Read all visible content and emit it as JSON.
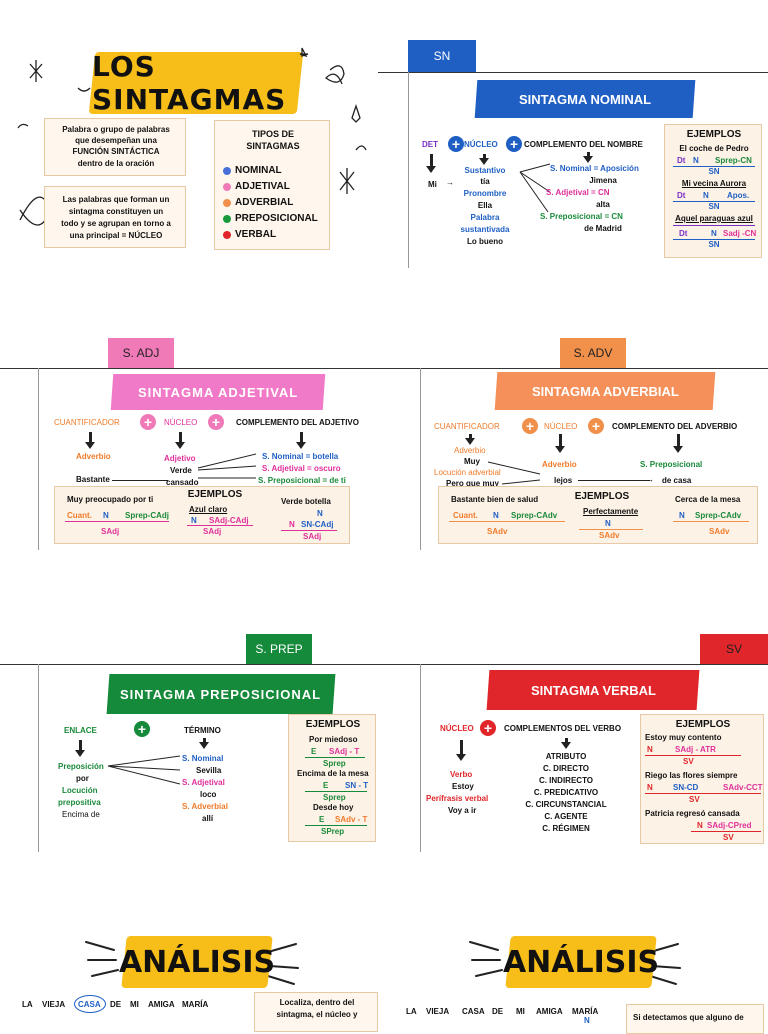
{
  "title": "LOS SINTAGMAS",
  "definition": "Palabra o grupo de palabras que desempeñan una FUNCIÓN SINTÁCTICA dentro de la oración",
  "definition_lines": [
    "Palabra o grupo de palabras",
    "que desempeñan una",
    "FUNCIÓN SINTÁCTICA",
    "dentro de la oración"
  ],
  "nucleus_lines": [
    "Las palabras que forman un",
    "sintagma constituyen un",
    "todo y se agrupan en torno a",
    "una principal = NÚCLEO"
  ],
  "types": {
    "title_lines": [
      "TIPOS DE",
      "SINTAGMAS"
    ],
    "items": [
      {
        "label": "NOMINAL",
        "color": "#4a6fd8"
      },
      {
        "label": "ADJETIVAL",
        "color": "#f07ab8"
      },
      {
        "label": "ADVERBIAL",
        "color": "#f0904a"
      },
      {
        "label": "PREPOSICIONAL",
        "color": "#1a9a3a"
      },
      {
        "label": "VERBAL",
        "color": "#e0262a"
      }
    ]
  },
  "sn": {
    "tab": "SN",
    "banner": "SINTAGMA NOMINAL",
    "det": "DET",
    "nucleo": "NÚCLEO",
    "complemento": "COMPLEMENTO DEL NOMBRE",
    "mi": "Mi",
    "nuc_items": [
      "Sustantivo",
      "tía",
      "Pronombre",
      "Ella",
      "Palabra",
      "sustantivada",
      "Lo bueno"
    ],
    "comp_items": [
      "S. Nominal = Aposición",
      "Jimena",
      "S. Adjetival = CN",
      "alta",
      "S. Preposicional = CN",
      "de Madrid"
    ],
    "examples_title": "EJEMPLOS",
    "ex1": "El coche de Pedro",
    "ex1_tags": [
      "Dt",
      "N",
      "Sprep-CN"
    ],
    "ex1_sn": "SN",
    "ex2": "Mi vecina Aurora",
    "ex2_tags": [
      "Dt",
      "N",
      "Apos."
    ],
    "ex2_sn": "SN",
    "ex3": "Aquel paraguas azul",
    "ex3_tags": [
      "Dt",
      "N",
      "Sadj -CN"
    ],
    "ex3_sn": "SN"
  },
  "sadj": {
    "tab": "S. ADJ",
    "banner": "SINTAGMA ADJETIVAL",
    "cuant": "CUANTIFICADOR",
    "nucleo": "NÚCLEO",
    "complemento": "COMPLEMENTO DEL ADJETIVO",
    "adverbio": "Adverbio",
    "bastante": "Bastante",
    "adjetivo": "Adjetivo",
    "verde": "Verde",
    "cansado": "cansado",
    "comp_items": [
      "S. Nominal = botella",
      "S. Adjetival = oscuro",
      "S. Preposicional = de ti"
    ],
    "examples_title": "EJEMPLOS",
    "ex1": "Muy preocupado por ti",
    "ex1_tags": [
      "Cuant.",
      "N",
      "Sprep-CAdj"
    ],
    "ex1_s": "SAdj",
    "ex2": "Azul claro",
    "ex2_tags": [
      "N",
      "SAdj-CAdj"
    ],
    "ex2_s": "SAdj",
    "ex3": "Verde botella",
    "ex3_tags": [
      "N",
      "N",
      "SN-CAdj"
    ],
    "ex3_s": "SAdj"
  },
  "sadv": {
    "tab": "S. ADV",
    "banner": "SINTAGMA ADVERBIAL",
    "cuant": "CUANTIFICADOR",
    "nucleo": "NÚCLEO",
    "complemento": "COMPLEMENTO DEL ADVERBIO",
    "left_items": [
      "Adverbio",
      "Muy",
      "Locución adverbial",
      "Pero que muy"
    ],
    "adverbio": "Adverbio",
    "lejos": "lejos",
    "sprep": "S. Preposicional",
    "de_casa": "de casa",
    "examples_title": "EJEMPLOS",
    "ex1": "Bastante bien de salud",
    "ex1_tags": [
      "Cuant.",
      "N",
      "Sprep-CAdv"
    ],
    "ex1_s": "SAdv",
    "ex2": "Perfectamente",
    "ex2_tags": [
      "N"
    ],
    "ex2_s": "SAdv",
    "ex3": "Cerca de la mesa",
    "ex3_tags": [
      "N",
      "Sprep-CAdv"
    ],
    "ex3_s": "SAdv"
  },
  "sprep": {
    "tab": "S. PREP",
    "banner": "SINTAGMA PREPOSICIONAL",
    "enlace": "ENLACE",
    "termino": "TÉRMINO",
    "left_items": [
      "Preposición",
      "por",
      "Locución",
      "prepositiva",
      "Encima de"
    ],
    "term_items": [
      "S. Nominal",
      "Sevilla",
      "S. Adjetival",
      "loco",
      "S. Adverbial",
      "allí"
    ],
    "examples_title": "EJEMPLOS",
    "ex1": "Por miedoso",
    "ex1_tags": [
      "E",
      "SAdj - T"
    ],
    "ex1_s": "Sprep",
    "ex2": "Encima de la mesa",
    "ex2_tags": [
      "E",
      "SN - T"
    ],
    "ex2_s": "Sprep",
    "ex3": "Desde hoy",
    "ex3_tags": [
      "E",
      "SAdv - T"
    ],
    "ex3_s": "SPrep"
  },
  "sv": {
    "tab": "SV",
    "banner": "SINTAGMA VERBAL",
    "nucleo": "NÚCLEO",
    "complementos": "COMPLEMENTOS DEL VERBO",
    "left_items": [
      "Verbo",
      "Estoy",
      "Perífrasis verbal",
      "Voy a ir"
    ],
    "comp_list": [
      "ATRIBUTO",
      "C. DIRECTO",
      "C. INDIRECTO",
      "C. PREDICATIVO",
      "C. CIRCUNSTANCIAL",
      "C. AGENTE",
      "C. RÉGIMEN"
    ],
    "examples_title": "EJEMPLOS",
    "ex1": "Estoy muy contento",
    "ex1_tags": [
      "N",
      "SAdj - ATR"
    ],
    "ex1_s": "SV",
    "ex2": "Riego las flores siempre",
    "ex2_tags": [
      "N",
      "SN-CD",
      "SAdv-CCT"
    ],
    "ex2_s": "SV",
    "ex3": "Patricia regresó cansada",
    "ex3_tags": [
      "N",
      "SAdj-CPred"
    ],
    "ex3_s": "SV"
  },
  "analisis": {
    "title": "ANÁLISIS",
    "sentence_words": [
      "LA",
      "VIEJA",
      "CASA",
      "DE",
      "MI",
      "AMIGA",
      "MARÍA"
    ],
    "box_left_lines": [
      "Localiza, dentro del",
      "sintagma, el núcleo y"
    ],
    "right_n": "N",
    "box_right_line": "Si detectamos que alguno de"
  }
}
